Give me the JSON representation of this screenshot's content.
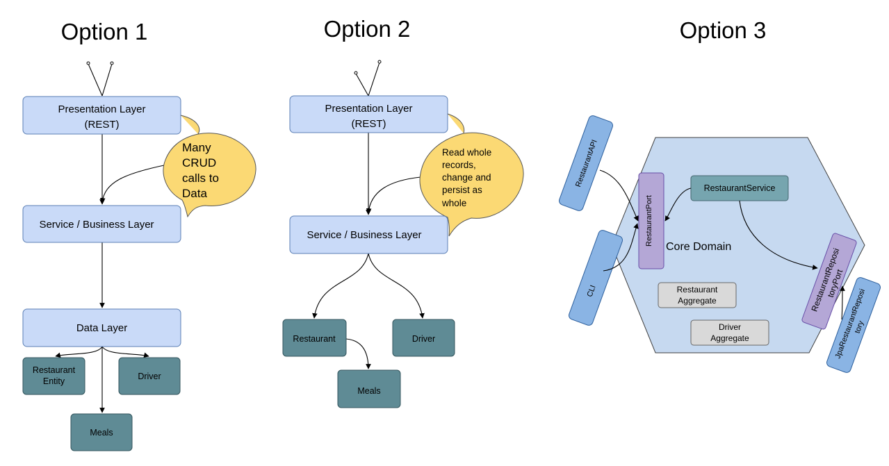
{
  "colors": {
    "layer_fill": "#c9daf8",
    "layer_stroke": "#5b7fb4",
    "teal_fill": "#5f8b95",
    "teal_stroke": "#34565e",
    "bubble_fill": "#fbd974",
    "bubble_stroke": "#555555",
    "hex_fill": "#c6d9f0",
    "hex_stroke": "#3f3f3f",
    "purple_fill": "#b4a7d6",
    "purple_stroke": "#674ea7",
    "blue_fill": "#8ab4e4",
    "blue_stroke": "#2d5f9c",
    "gray_fill": "#d9d9d9",
    "gray_stroke": "#666666",
    "lightteal_fill": "#76a5af",
    "lightteal_stroke": "#45676f"
  },
  "option1": {
    "title": "Option 1",
    "presentation": [
      "Presentation Layer",
      "(REST)"
    ],
    "bubble": [
      "Many",
      "CRUD",
      "calls to",
      "Data"
    ],
    "service": "Service / Business Layer",
    "data": "Data Layer",
    "restaurant": [
      "Restaurant",
      "Entity"
    ],
    "driver": "Driver",
    "meals": "Meals"
  },
  "option2": {
    "title": "Option 2",
    "presentation": [
      "Presentation Layer",
      "(REST)"
    ],
    "bubble": [
      "Read whole",
      "records,",
      "change and",
      "persist as",
      "whole"
    ],
    "service": "Service / Business Layer",
    "restaurant": "Restaurant",
    "driver": "Driver",
    "meals": "Meals"
  },
  "option3": {
    "title": "Option 3",
    "core": "Core Domain",
    "restaurant_service": "RestaurantService",
    "restaurant_port": "RestaurantPort",
    "restaurant_api": "RestaurantAPI",
    "cli": "CLI",
    "restaurant_aggregate": [
      "Restaurant",
      "Aggregate"
    ],
    "driver_aggregate": [
      "Driver",
      "Aggregate"
    ],
    "repo_port": [
      "RestaurantReposi",
      "toryPort"
    ],
    "jpa_repo": [
      "JpaRestaurantReposi",
      "tory"
    ]
  }
}
